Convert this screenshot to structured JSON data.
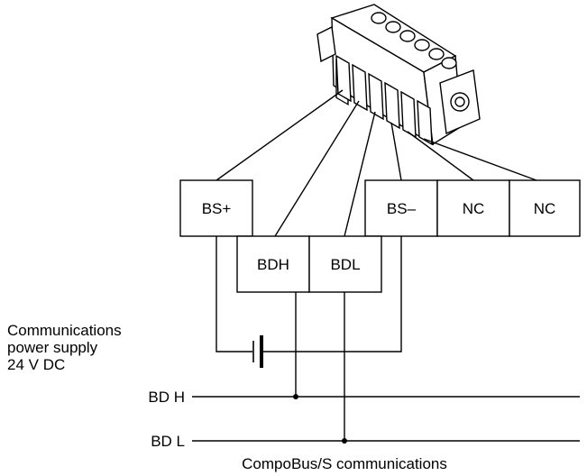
{
  "terminals_top_row": [
    "BS+",
    "BS–",
    "NC",
    "NC"
  ],
  "terminals_bottom_row": [
    "BDH",
    "BDL"
  ],
  "power_supply": {
    "line1": "Communications",
    "line2": "power supply",
    "line3": "24 V DC"
  },
  "bus_lines": {
    "high": "BD H",
    "low": "BD L"
  },
  "caption": "CompoBus/S communications"
}
